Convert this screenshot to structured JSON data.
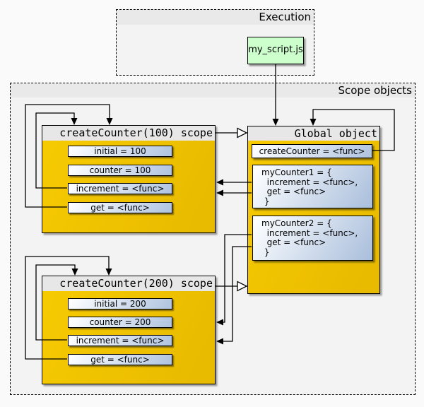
{
  "execution": {
    "label": "Execution",
    "script_node": "my_script.js"
  },
  "scope_objects": {
    "label": "Scope objects",
    "scopes": [
      {
        "title": "createCounter(100) scope",
        "vars": [
          "initial = 100",
          "counter = 100",
          "increment = <func>",
          "get = <func>"
        ]
      },
      {
        "title": "createCounter(200) scope",
        "vars": [
          "initial = 200",
          "counter = 200",
          "increment = <func>",
          "get = <func>"
        ]
      }
    ],
    "global": {
      "title": "Global object",
      "create_counter": "createCounter = <func>",
      "my_counter1": "myCounter1 = {\n  increment = <func>,\n  get = <func>\n }",
      "my_counter2": "myCounter2 = {\n  increment = <func>,\n  get = <func>\n }"
    }
  },
  "colors": {
    "scope_fill": "#eec000",
    "object_fill_light": "#fbfdff",
    "object_fill_dark": "#b3c6e1",
    "script_fill": "#ccffcc",
    "header_fill": "#e8e8e8",
    "background": "#f3f3f3",
    "line": "#000000"
  }
}
